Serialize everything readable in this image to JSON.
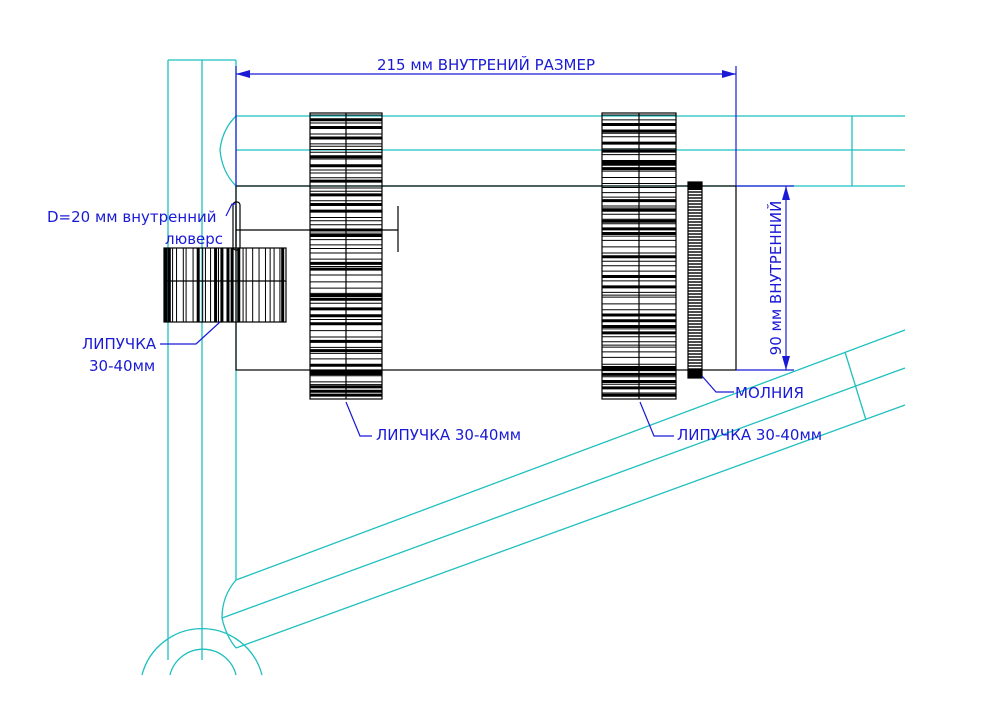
{
  "labels": {
    "dim_width": "215 мм ВНУТРЕНИЙ РАЗМЕР",
    "dim_height": "90 мм ВНУТРЕННИЙ",
    "grommet_line1": "D=20 мм внутренний",
    "grommet_line2": "люверс",
    "velcro_left_line1": "ЛИПУЧКА",
    "velcro_left_line2": "30-40мм",
    "velcro_middle": "ЛИПУЧКА 30-40мм",
    "velcro_right": "ЛИПУЧКА 30-40мм",
    "zipper": "МОЛНИЯ"
  },
  "colors": {
    "frame": "#1fbfbf",
    "dimension": "#1a1ad6",
    "drawing": "#000000"
  }
}
